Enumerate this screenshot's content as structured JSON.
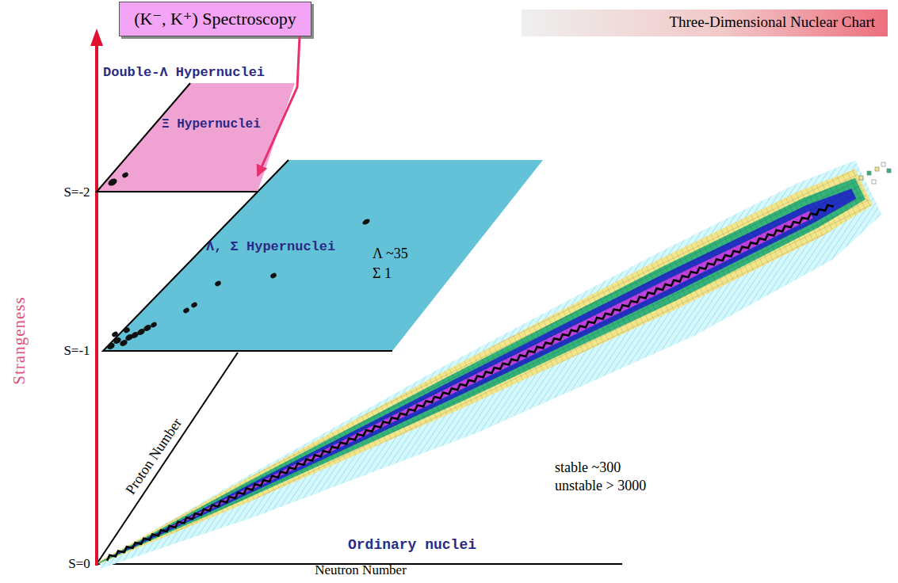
{
  "diagram": {
    "nodes": [
      {
        "text": [
          "(K⁻, K⁺) Spectroscopy"
        ]
      },
      {
        "text": [
          "Three-Dimensional Nuclear Chart"
        ]
      },
      {
        "text": [
          "Double-Λ Hypernuclei",
          "Ξ Hypernuclei"
        ]
      },
      {
        "text": [
          "Λ, Σ Hypernuclei",
          "Λ ~35",
          "Σ 1"
        ]
      }
    ],
    "edges": [
      {
        "from": 0,
        "to": 2,
        "arrow": "to"
      }
    ],
    "labels": [
      "Strangeness",
      "S=-2",
      "S=-1",
      "S=0",
      "Proton Number",
      "stable ~300",
      "unstable > 3000",
      "Ordinary nuclei",
      "Neutron Number"
    ]
  }
}
